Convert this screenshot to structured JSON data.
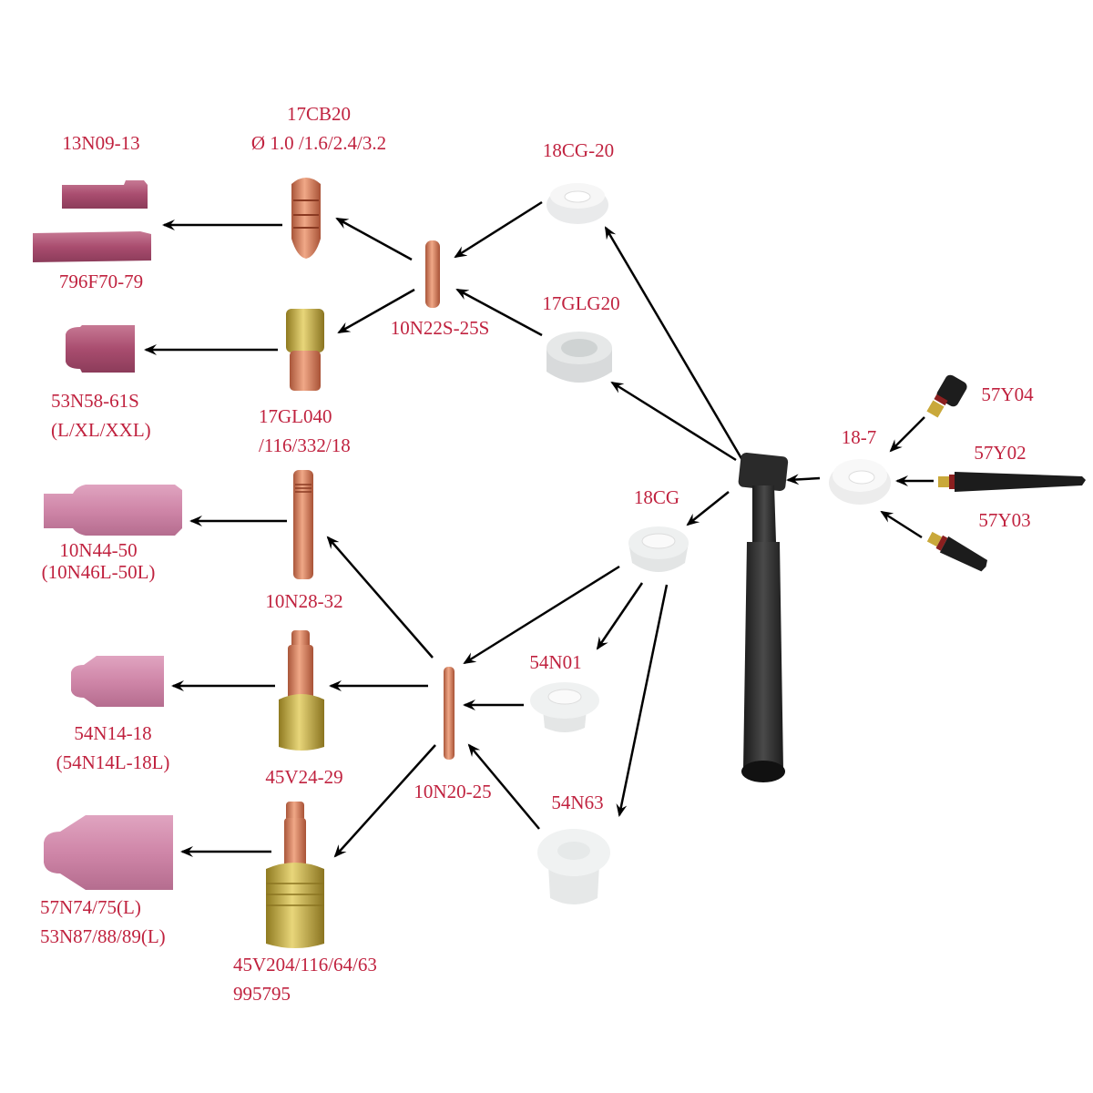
{
  "title": "TIG torch accessory compatibility diagram",
  "colors": {
    "label": "#c0223f",
    "arrow": "#000000",
    "cup": "#b85c7a",
    "copper": "#d9805a",
    "brass": "#c9a83a",
    "insulator": "#f2f2f2",
    "torch": "#2b2b2b"
  },
  "parts": [
    {
      "id": "13N09-13",
      "label": [
        "13N09-13"
      ],
      "type": "alumina-nozzle"
    },
    {
      "id": "796F70-79",
      "label": [
        "796F70-79"
      ],
      "type": "alumina-nozzle"
    },
    {
      "id": "17CB20",
      "label": [
        "17CB20",
        "Ø 1.0 /1.6/2.4/3.2"
      ],
      "type": "collet-body"
    },
    {
      "id": "18CG-20",
      "label": [
        "18CG-20"
      ],
      "type": "gas-lens-insulator"
    },
    {
      "id": "10N22S-25S",
      "label": [
        "10N22S-25S"
      ],
      "type": "collet"
    },
    {
      "id": "17GLG20",
      "label": [
        "17GLG20"
      ],
      "type": "gas-lens-insulator"
    },
    {
      "id": "53N58-61S",
      "label": [
        "53N58-61S",
        "(L/XL/XXL)"
      ],
      "type": "alumina-nozzle"
    },
    {
      "id": "17GL040",
      "label": [
        "17GL040",
        "/116/332/18"
      ],
      "type": "gas-lens"
    },
    {
      "id": "57Y04",
      "label": [
        "57Y04"
      ],
      "type": "back-cap"
    },
    {
      "id": "18-7",
      "label": [
        "18-7"
      ],
      "type": "insulator"
    },
    {
      "id": "57Y02",
      "label": [
        "57Y02"
      ],
      "type": "back-cap"
    },
    {
      "id": "57Y03",
      "label": [
        "57Y03"
      ],
      "type": "back-cap"
    },
    {
      "id": "18CG",
      "label": [
        "18CG"
      ],
      "type": "insulator"
    },
    {
      "id": "10N44-50",
      "label": [
        "10N44-50",
        "(10N46L-50L)"
      ],
      "type": "alumina-nozzle"
    },
    {
      "id": "10N28-32",
      "label": [
        "10N28-32"
      ],
      "type": "collet-body"
    },
    {
      "id": "54N01",
      "label": [
        "54N01"
      ],
      "type": "insulator"
    },
    {
      "id": "54N14-18",
      "label": [
        "54N14-18",
        "(54N14L-18L)"
      ],
      "type": "alumina-nozzle"
    },
    {
      "id": "45V24-29",
      "label": [
        "45V24-29"
      ],
      "type": "gas-lens"
    },
    {
      "id": "10N20-25",
      "label": [
        "10N20-25"
      ],
      "type": "collet"
    },
    {
      "id": "54N63",
      "label": [
        "54N63"
      ],
      "type": "insulator"
    },
    {
      "id": "57N74",
      "label": [
        "57N74/75(L)",
        "53N87/88/89(L)"
      ],
      "type": "alumina-nozzle"
    },
    {
      "id": "45V204",
      "label": [
        "45V204/116/64/63",
        "995795"
      ],
      "type": "gas-lens"
    },
    {
      "id": "torch",
      "label": [],
      "type": "torch-body"
    }
  ],
  "connections": [
    [
      "17CB20",
      "13N09-13 / 796F70-79"
    ],
    [
      "10N22S-25S",
      "17CB20"
    ],
    [
      "10N22S-25S",
      "17GL040"
    ],
    [
      "17GL040",
      "53N58-61S"
    ],
    [
      "18CG-20",
      "10N22S-25S"
    ],
    [
      "17GLG20",
      "10N22S-25S"
    ],
    [
      "torch",
      "18CG-20"
    ],
    [
      "torch",
      "17GLG20"
    ],
    [
      "torch",
      "18CG"
    ],
    [
      "18-7",
      "torch"
    ],
    [
      "57Y04",
      "18-7"
    ],
    [
      "57Y02",
      "18-7"
    ],
    [
      "57Y03",
      "18-7"
    ],
    [
      "10N28-32",
      "10N44-50"
    ],
    [
      "10N20-25",
      "10N28-32"
    ],
    [
      "18CG",
      "10N20-25"
    ],
    [
      "18CG",
      "54N01"
    ],
    [
      "18CG",
      "54N63"
    ],
    [
      "54N01",
      "10N20-25"
    ],
    [
      "54N63",
      "10N20-25"
    ],
    [
      "10N20-25",
      "45V24-29"
    ],
    [
      "45V24-29",
      "54N14-18"
    ],
    [
      "10N20-25",
      "45V204"
    ],
    [
      "45V204",
      "57N74"
    ]
  ]
}
